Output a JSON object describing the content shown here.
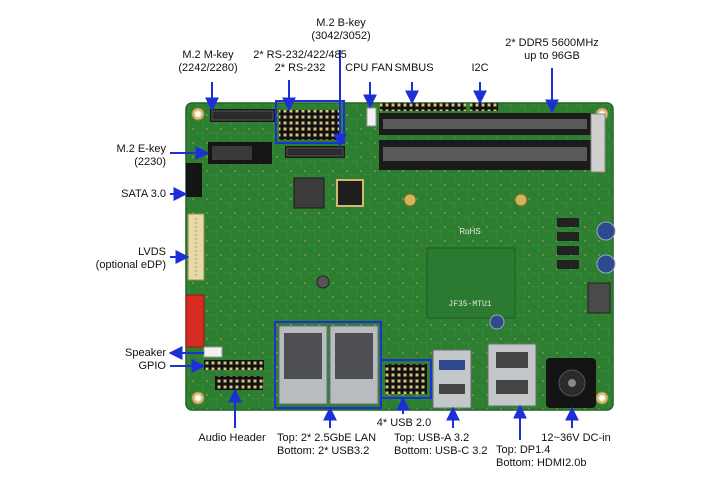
{
  "labels": {
    "m2_bkey": [
      "M.2 B-key",
      "(3042/3052)"
    ],
    "m2_mkey": [
      "M.2 M-key",
      "(2242/2280)"
    ],
    "rs232": [
      "2* RS-232/422/485",
      "2* RS-232"
    ],
    "cpu_fan": [
      "CPU FAN"
    ],
    "smbus": [
      "SMBUS"
    ],
    "i2c": [
      "I2C"
    ],
    "ddr5": [
      "2* DDR5 5600MHz",
      "up to 96GB"
    ],
    "m2_ekey": [
      "M.2 E-key",
      "(2230)"
    ],
    "sata": [
      "SATA 3.0"
    ],
    "lvds": [
      "LVDS",
      "(optional eDP)"
    ],
    "speaker": [
      "Speaker"
    ],
    "gpio": [
      "GPIO"
    ],
    "audio": [
      "Audio Header"
    ],
    "lan": [
      "Top: 2* 2.5GbE LAN",
      "Bottom: 2* USB3.2"
    ],
    "usb2": [
      "4* USB 2.0"
    ],
    "usba": [
      "Top: USB-A 3.2",
      "Bottom: USB-C 3.2"
    ],
    "dp": [
      "Top: DP1.4",
      "Bottom: HDMI2.0b"
    ],
    "dcin": [
      "12~36V DC-in"
    ]
  },
  "board_markings": {
    "model": "JF35-MTU1",
    "rohs": "RoHS"
  },
  "colors": {
    "pcb": "#2e7d32",
    "pcb_dark": "#1b5e20",
    "arrow": "#1d2fd6",
    "highlight_box": "#1d2fd6",
    "lvds_connector": "#e8d9a8",
    "gpio_red": "#d62b20",
    "sata_black": "#141414",
    "metal": "#b8bcc0",
    "label_text": "#111111"
  }
}
